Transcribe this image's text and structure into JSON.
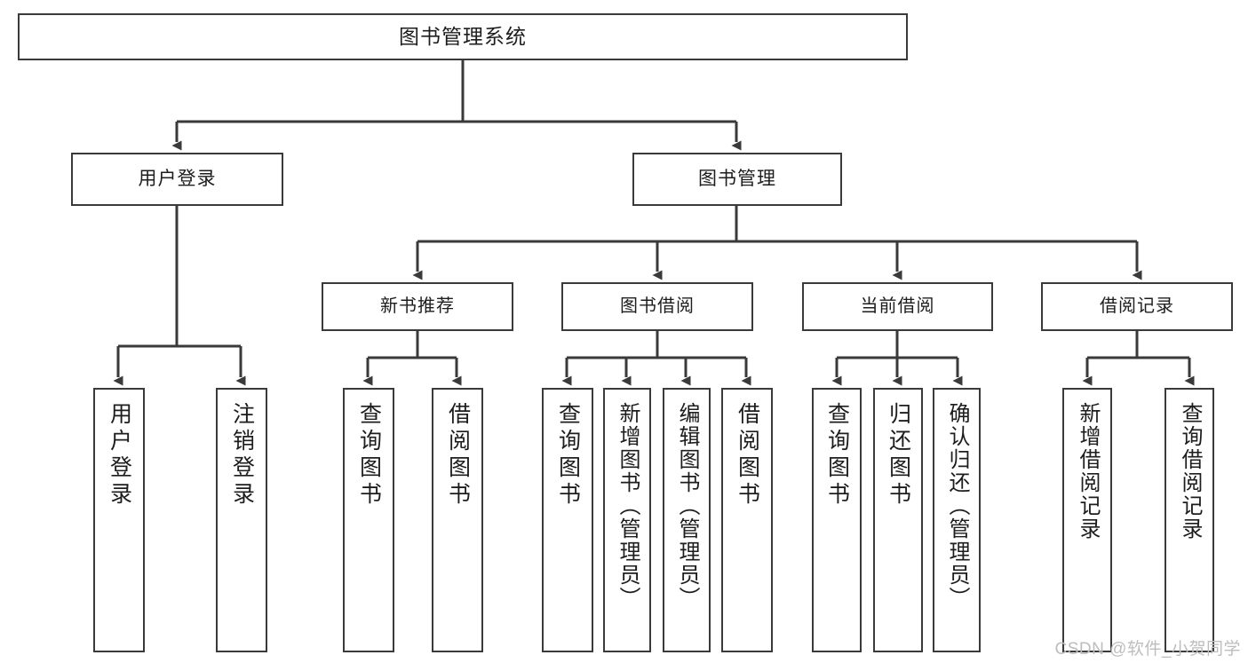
{
  "diagram": {
    "type": "tree",
    "title": "图书管理系统",
    "watermark": "CSDN @软件_小贺同学",
    "line_color": "#3a3a3a",
    "box_fill": "#ffffff",
    "text_color": "#1d1d1d",
    "root": {
      "label": "图书管理系统"
    },
    "level2": [
      {
        "label": "用户登录"
      },
      {
        "label": "图书管理"
      }
    ],
    "level3": [
      {
        "label": "新书推荐"
      },
      {
        "label": "图书借阅"
      },
      {
        "label": "当前借阅"
      },
      {
        "label": "借阅记录"
      }
    ],
    "leaves": {
      "user_login": [
        {
          "label": "用户登录"
        },
        {
          "label": "注销登录"
        }
      ],
      "new_book": [
        {
          "label": "查询图书"
        },
        {
          "label": "借阅图书"
        }
      ],
      "book_borrow": [
        {
          "label": "查询图书"
        },
        {
          "label": "新增图书（管理员）"
        },
        {
          "label": "编辑图书（管理员）"
        },
        {
          "label": "借阅图书"
        }
      ],
      "current_borrow": [
        {
          "label": "查询图书"
        },
        {
          "label": "归还图书"
        },
        {
          "label": "确认归还（管理员）"
        }
      ],
      "borrow_record": [
        {
          "label": "新增借阅记录"
        },
        {
          "label": "查询借阅记录"
        }
      ]
    }
  }
}
